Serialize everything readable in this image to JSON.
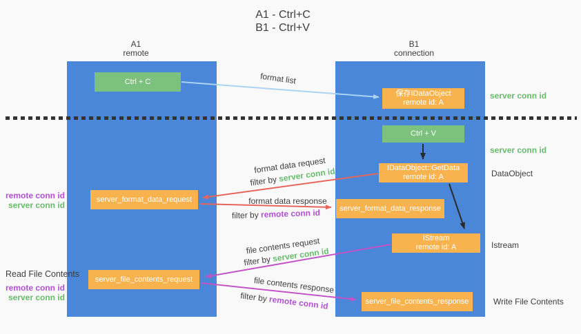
{
  "title": {
    "line1": "A1 - Ctrl+C",
    "line2": "B1 - Ctrl+V"
  },
  "columns": {
    "left": {
      "id": "A1",
      "role": "remote"
    },
    "right": {
      "id": "B1",
      "role": "connection"
    }
  },
  "nodes": {
    "ctrl_c": "Ctrl + C",
    "ctrl_v": "Ctrl + V",
    "save_dataobject": {
      "line1": "保存IDataObject",
      "line2": "remote id: A"
    },
    "getdata": {
      "line1": "IDataObject::GetData",
      "line2": "remote id: A"
    },
    "istream": {
      "line1": "IStream",
      "line2": "remote id: A"
    },
    "format_request": "server_format_data_request",
    "format_response": "server_format_data_response",
    "file_request": "server_file_contents_request",
    "file_response": "server_file_contents_response"
  },
  "edges": {
    "format_list": "format list",
    "format_data_request": "format data request",
    "format_data_response": "format data response",
    "file_contents_request": "file contents request",
    "file_contents_response": "file contents response",
    "filter_by": "filter by ",
    "server_conn_id": "server conn id",
    "remote_conn_id": "remote conn id"
  },
  "side_labels": {
    "left_mid": {
      "remote": "remote conn id",
      "server": "server conn id"
    },
    "left_bottom": {
      "title": "Read File Contents",
      "remote": "remote conn id",
      "server": "server conn id"
    },
    "right": {
      "server_1": "server conn id",
      "server_2": "server conn id",
      "dataobject": "DataObject",
      "istream": "Istream",
      "write": "Write File Contents"
    }
  },
  "colors": {
    "lane_blue": "#4b87d9",
    "box_green": "#7cc17d",
    "box_orange": "#f8b24e",
    "label_green": "#67bb6a",
    "label_purple": "#b150d2",
    "arrow_red": "#e8655a",
    "arrow_magenta": "#c353c6",
    "arrow_blue": "#abd3f2",
    "arrow_black": "#2b2b2b",
    "text_dark": "#3d3d3d",
    "background": "#f9f9f9"
  }
}
